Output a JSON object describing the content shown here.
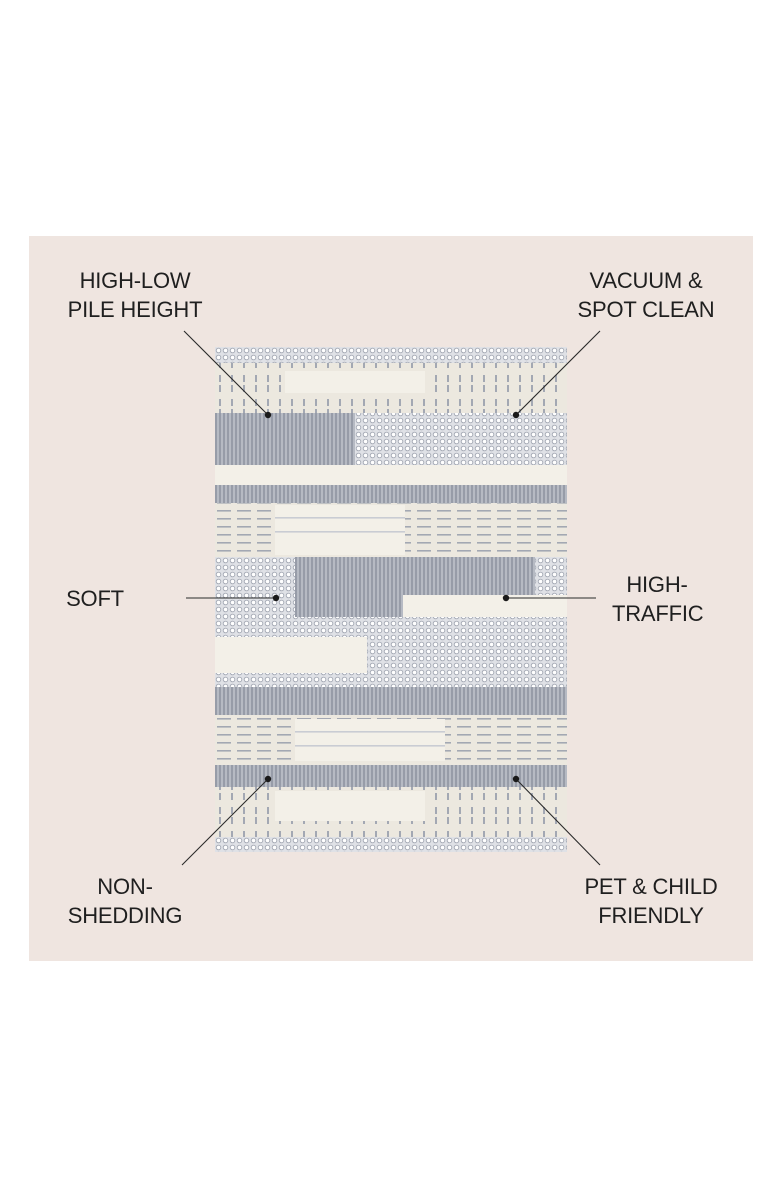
{
  "features": {
    "pile_height": {
      "line1": "HIGH-LOW",
      "line2": "PILE HEIGHT"
    },
    "cleaning": {
      "line1": "VACUUM &",
      "line2": "SPOT CLEAN"
    },
    "soft": {
      "line1": "SOFT"
    },
    "traffic": {
      "line1": "HIGH-",
      "line2": "TRAFFIC"
    },
    "shedding": {
      "line1": "NON-",
      "line2": "SHEDDING"
    },
    "friendly": {
      "line1": "PET & CHILD",
      "line2": "FRIENDLY"
    }
  },
  "colors": {
    "background": "#efe5e0",
    "rug_gray": "#a3a8b3",
    "rug_cream": "#ece8df",
    "text": "#1f1f1f"
  }
}
